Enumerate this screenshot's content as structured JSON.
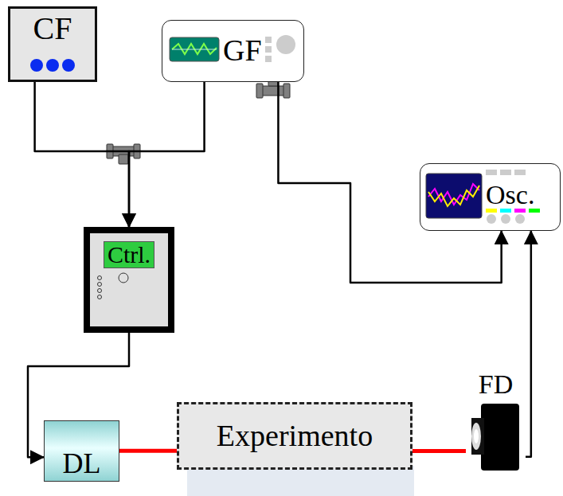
{
  "diagram": {
    "nodes": [
      {
        "text": [
          "CF"
        ]
      },
      {
        "text": [
          "GF"
        ]
      },
      {
        "text": [
          "Osc."
        ]
      },
      {
        "text": [
          "Ctrl."
        ]
      },
      {
        "text": [
          "DL"
        ]
      },
      {
        "text": [
          "Experimento"
        ]
      },
      {
        "text": [
          "FD"
        ]
      }
    ],
    "edges": [
      {
        "from": 0,
        "to": 3,
        "arrow": "to"
      },
      {
        "from": 1,
        "to": 3,
        "arrow": "to"
      },
      {
        "from": 1,
        "to": 2,
        "arrow": "to"
      },
      {
        "from": 3,
        "to": 4,
        "arrow": "to"
      },
      {
        "from": 4,
        "to": 5,
        "arrow": "none"
      },
      {
        "from": 5,
        "to": 6,
        "arrow": "none"
      },
      {
        "from": 6,
        "to": 2,
        "arrow": "to"
      }
    ]
  }
}
